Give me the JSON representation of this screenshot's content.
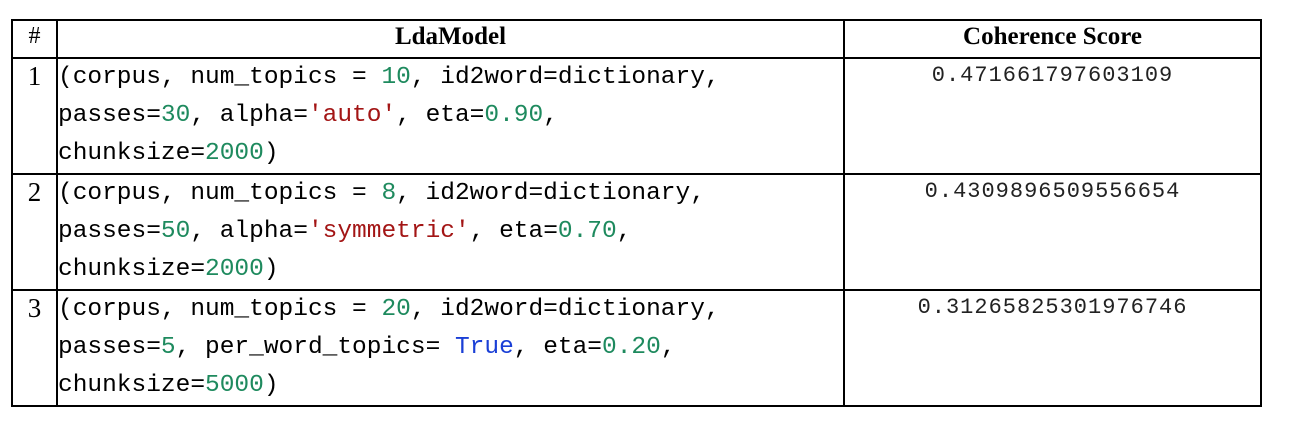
{
  "headers": {
    "num": "#",
    "model": "LdaModel",
    "score": "Coherence Score"
  },
  "rows": [
    {
      "num": "1",
      "score": "0.471661797603109",
      "lines": [
        [
          {
            "t": "(corpus, num_topics = ",
            "c": "plain"
          },
          {
            "t": "10",
            "c": "num"
          },
          {
            "t": ", id2word=dictionary,",
            "c": "plain"
          }
        ],
        [
          {
            "t": "passes=",
            "c": "plain"
          },
          {
            "t": "30",
            "c": "num"
          },
          {
            "t": ", alpha=",
            "c": "plain"
          },
          {
            "t": "'auto'",
            "c": "str"
          },
          {
            "t": ", eta=",
            "c": "plain"
          },
          {
            "t": "0.90",
            "c": "num"
          },
          {
            "t": ",",
            "c": "plain"
          }
        ],
        [
          {
            "t": "chunksize=",
            "c": "plain"
          },
          {
            "t": "2000",
            "c": "num"
          },
          {
            "t": ")",
            "c": "plain"
          }
        ]
      ]
    },
    {
      "num": "2",
      "score": "0.4309896509556654",
      "lines": [
        [
          {
            "t": "(corpus, num_topics = ",
            "c": "plain"
          },
          {
            "t": "8",
            "c": "num"
          },
          {
            "t": ", id2word=dictionary,",
            "c": "plain"
          }
        ],
        [
          {
            "t": "passes=",
            "c": "plain"
          },
          {
            "t": "50",
            "c": "num"
          },
          {
            "t": ", alpha=",
            "c": "plain"
          },
          {
            "t": "'symmetric'",
            "c": "str"
          },
          {
            "t": ", eta=",
            "c": "plain"
          },
          {
            "t": "0.70",
            "c": "num"
          },
          {
            "t": ",",
            "c": "plain"
          }
        ],
        [
          {
            "t": "chunksize=",
            "c": "plain"
          },
          {
            "t": "2000",
            "c": "num"
          },
          {
            "t": ")",
            "c": "plain"
          }
        ]
      ]
    },
    {
      "num": "3",
      "score": "0.31265825301976746",
      "lines": [
        [
          {
            "t": "(corpus, num_topics = ",
            "c": "plain"
          },
          {
            "t": "20",
            "c": "num"
          },
          {
            "t": ", id2word=dictionary,",
            "c": "plain"
          }
        ],
        [
          {
            "t": "passes=",
            "c": "plain"
          },
          {
            "t": "5",
            "c": "num"
          },
          {
            "t": ", per_word_topics= ",
            "c": "plain"
          },
          {
            "t": "True",
            "c": "kw"
          },
          {
            "t": ", eta=",
            "c": "plain"
          },
          {
            "t": "0.20",
            "c": "num"
          },
          {
            "t": ",",
            "c": "plain"
          }
        ],
        [
          {
            "t": "chunksize=",
            "c": "plain"
          },
          {
            "t": "5000",
            "c": "num"
          },
          {
            "t": ")",
            "c": "plain"
          }
        ]
      ]
    }
  ],
  "colors": {
    "number": "#1e8a5e",
    "string": "#a31515",
    "keyword": "#1a3fd6"
  }
}
